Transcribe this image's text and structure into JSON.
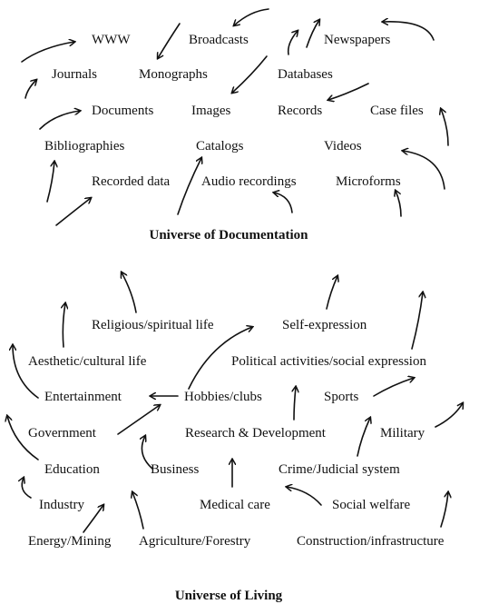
{
  "documentation": {
    "title": "Universe of Documentation",
    "terms": {
      "www": "WWW",
      "broadcasts": "Broadcasts",
      "newspapers": "Newspapers",
      "journals": "Journals",
      "monographs": "Monographs",
      "databases": "Databases",
      "documents": "Documents",
      "images": "Images",
      "records": "Records",
      "case_files": "Case files",
      "bibliographies": "Bibliographies",
      "catalogs": "Catalogs",
      "videos": "Videos",
      "recorded_data": "Recorded data",
      "audio_recordings": "Audio recordings",
      "microforms": "Microforms"
    }
  },
  "living": {
    "title": "Universe of Living",
    "terms": {
      "religious": "Religious/spiritual life",
      "self_expression": "Self-expression",
      "aesthetic": "Aesthetic/cultural life",
      "political": "Political activities/social expression",
      "entertainment": "Entertainment",
      "hobbies": "Hobbies/clubs",
      "sports": "Sports",
      "government": "Government",
      "research": "Research & Development",
      "military": "Military",
      "education": "Education",
      "business": "Business",
      "crime": "Crime/Judicial system",
      "industry": "Industry",
      "medical": "Medical care",
      "social_welfare": "Social welfare",
      "energy": "Energy/Mining",
      "agriculture": "Agriculture/Forestry",
      "construction": "Construction/infrastructure"
    }
  }
}
